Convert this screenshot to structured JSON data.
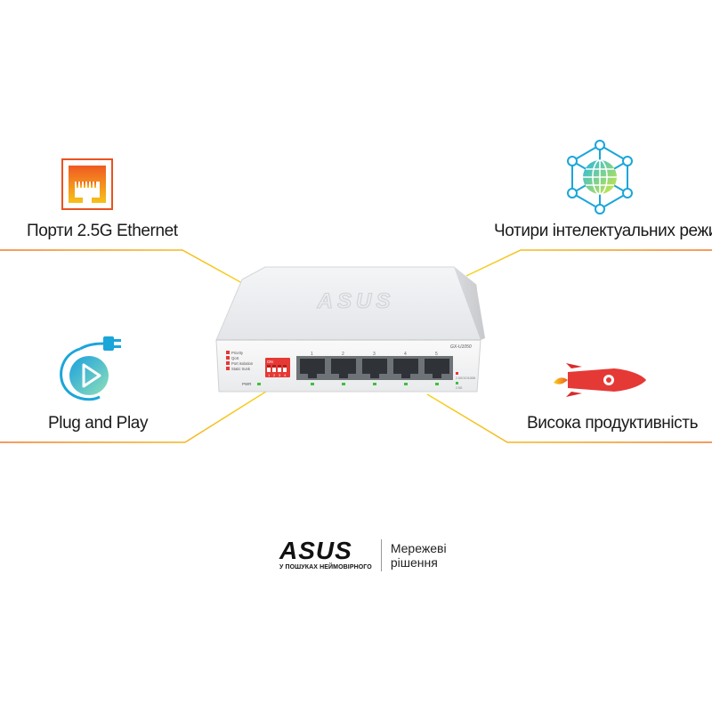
{
  "features": {
    "ports": "Порти 2.5G Ethernet",
    "modes": "Чотири інтелектуальних режими",
    "plug": "Plug and Play",
    "performance": "Висока продуктивність"
  },
  "device": {
    "brand": "ASUS",
    "model": "GX-U1050",
    "dip_modes": [
      "Priority",
      "QoS",
      "Port isolation",
      "Static trunk"
    ],
    "dip_on": "ON",
    "dip_numbers": [
      "1",
      "2",
      "3",
      "4"
    ],
    "port_numbers": [
      "1",
      "2",
      "3",
      "4",
      "5"
    ],
    "pwr_label": "PWR",
    "speed_label": "2.5G/1G/100M",
    "speed_label_2": "2.5G"
  },
  "footer": {
    "brand": "ASUS",
    "tagline": "У ПОШУКАХ НЕЙМОВІРНОГО",
    "line1": "Мережеві",
    "line2": "рішення"
  },
  "colors": {
    "accent_orange": "#e8531f",
    "accent_yellow": "#f5c518",
    "led_green": "#3cc23c",
    "dip_red": "#e53935",
    "cyan": "#1aa6d9"
  }
}
